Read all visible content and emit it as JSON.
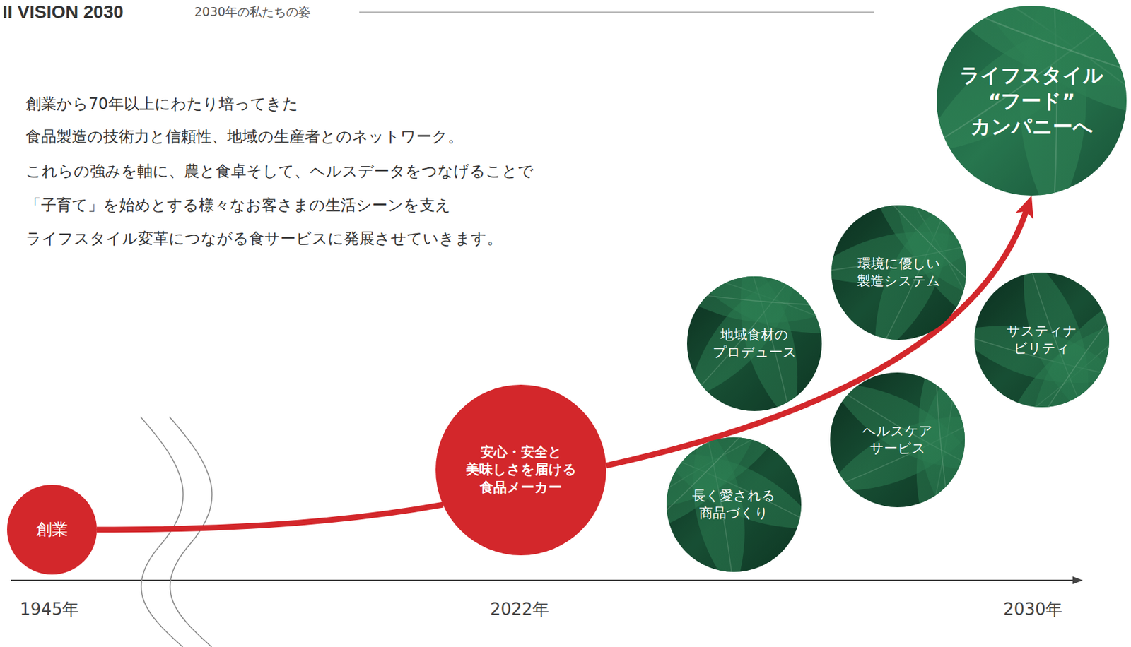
{
  "diagram": {
    "title": "II VISION 2030",
    "nodes": [
      {
        "text": [
          "創業"
        ]
      },
      {
        "text": [
          "安心・安全と 美味しさを届ける 食品メーカー"
        ]
      },
      {
        "text": [
          "地域食材の プロデュース"
        ]
      },
      {
        "text": [
          "長く愛される 商品づくり"
        ]
      },
      {
        "text": [
          "環境に優しい 製造システム"
        ]
      },
      {
        "text": [
          "ヘルスケア サービス"
        ]
      },
      {
        "text": [
          "サスティナ ビリティ"
        ]
      },
      {
        "text": [
          "ライフスタイル “フード” カンパニーへ"
        ]
      }
    ],
    "edges": [
      {
        "from": 0,
        "to": 1,
        "arrow": "none"
      },
      {
        "from": 1,
        "to": 7,
        "arrow": "to"
      }
    ],
    "labels": [
      "2030年の私たちの姿",
      "創業から70年以上にわたり培ってきた",
      "食品製造の技術力と信頼性、地域の生産者とのネットワーク。",
      "これらの強みを軸に、農と食卓そして、ヘルスデータをつなげることで",
      "「子育て」を始めとする様々なお客さまの生活シーンを支え",
      "ライフスタイル変革につながる食サービスに発展させていきます。",
      "1945年",
      "2022年",
      "2030年"
    ]
  }
}
